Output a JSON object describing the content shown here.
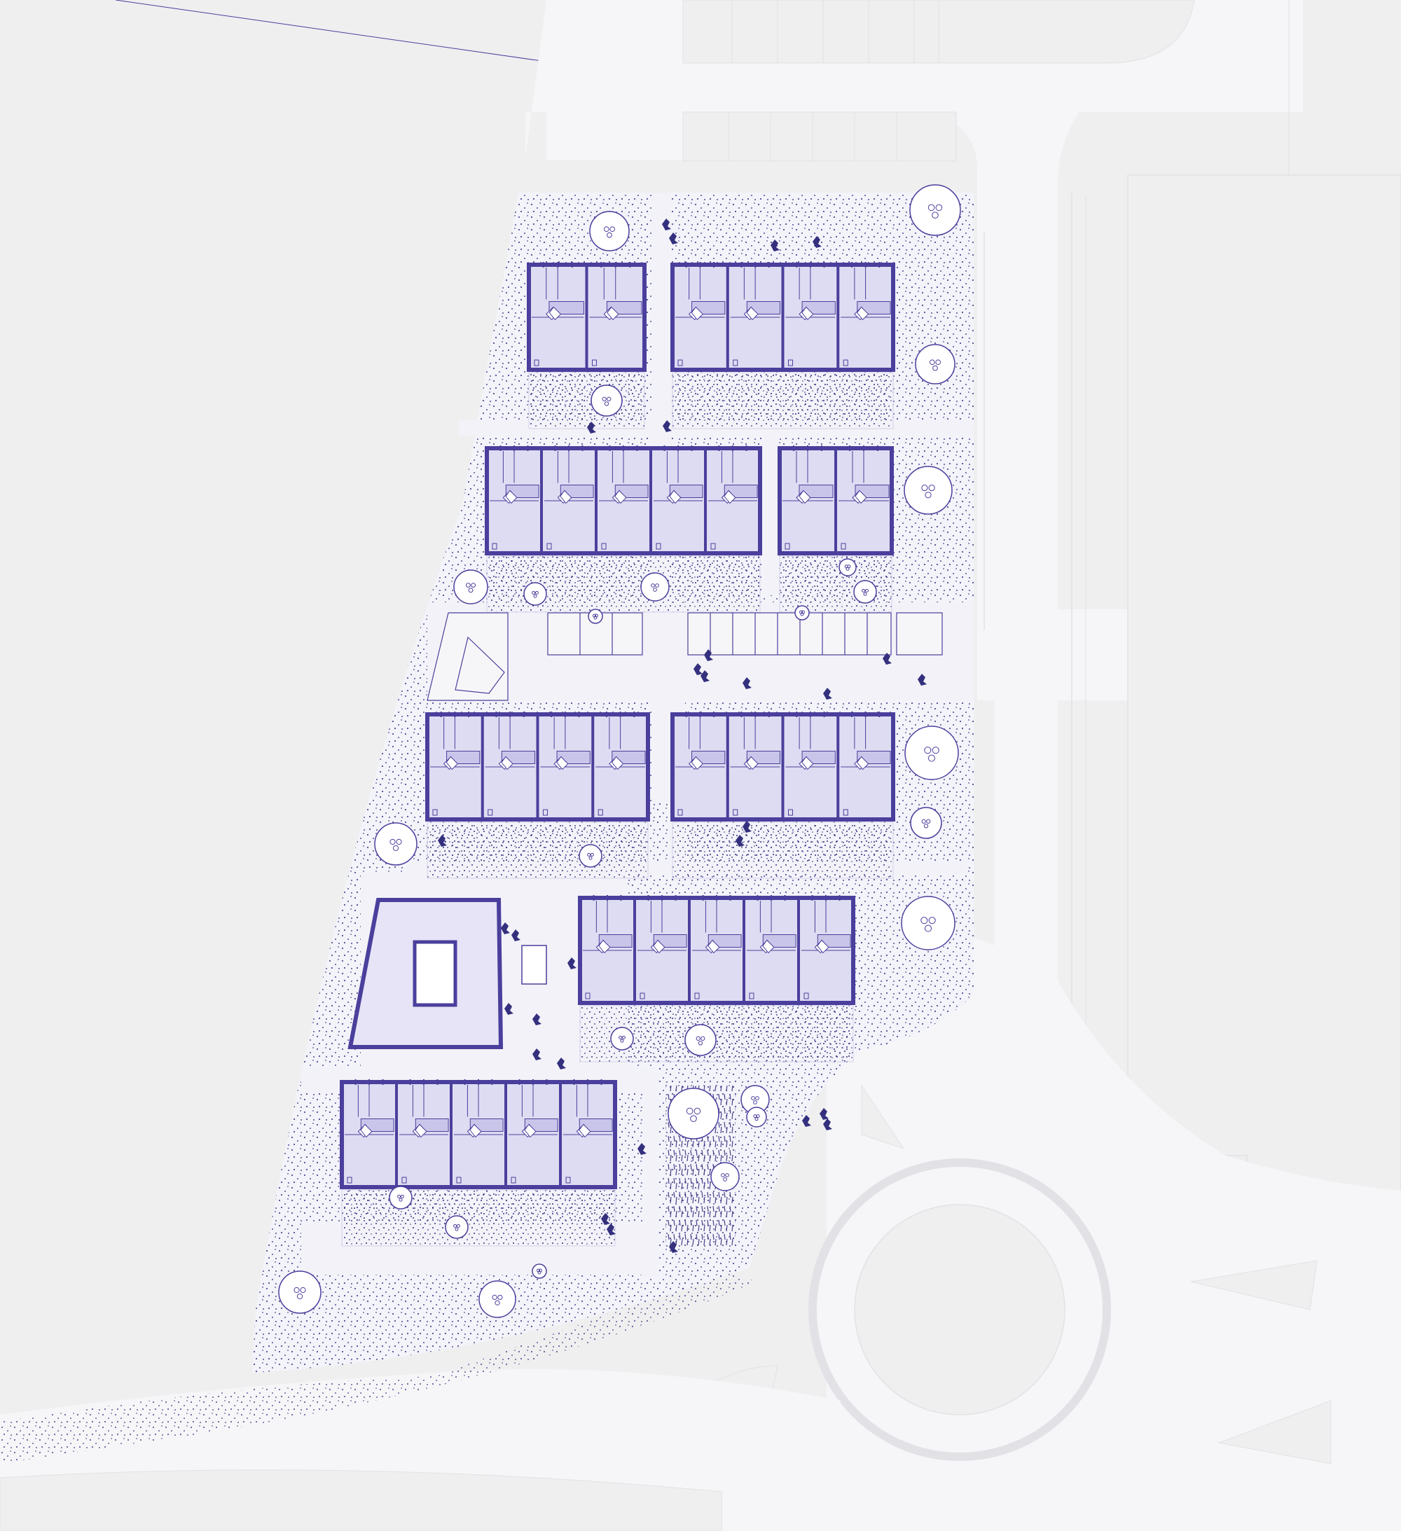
{
  "diagram": {
    "kind": "site-plan",
    "labels": [],
    "colors": {
      "background": "#efeff0",
      "road": "#f6f6f8",
      "road_edge": "#e2e2e6",
      "site_ground": "#f3f3fa",
      "dots": "#34307e",
      "wall": "#4a3f9c",
      "room_fill": "#dedcf2",
      "room_fill_dark": "#c9c5ea",
      "line": "#4a3f9c",
      "tree_fill": "#ffffff",
      "path": "#f2f2f8"
    },
    "elements": [
      "north-road",
      "east-road",
      "roundabout",
      "south-road",
      "row-house-blocks",
      "car-parking",
      "courtyard-building",
      "trees",
      "gardens",
      "hedges",
      "people"
    ]
  }
}
